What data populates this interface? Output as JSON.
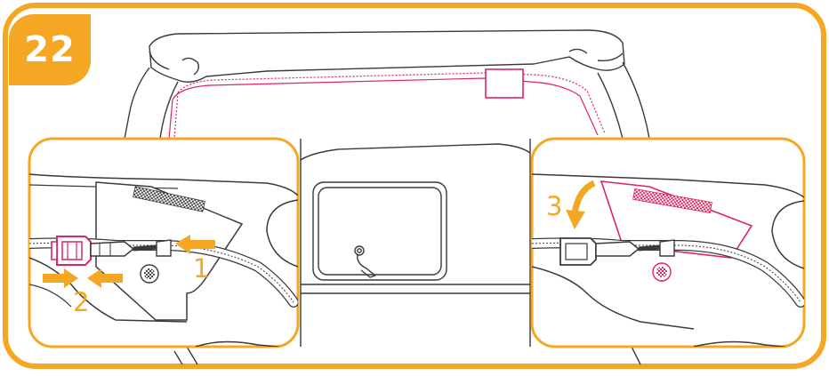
{
  "step_number": "22",
  "callouts": {
    "one": "1",
    "two": "2",
    "three": "3"
  },
  "colors": {
    "accent": "#F5A623",
    "highlight": "#E0245E",
    "line": "#3a3a3a",
    "background": "#ffffff"
  },
  "icons": {
    "arrow": "orange-arrow-icon",
    "curved_arrow": "curved-arrow-icon",
    "buckle": "buckle-icon"
  }
}
